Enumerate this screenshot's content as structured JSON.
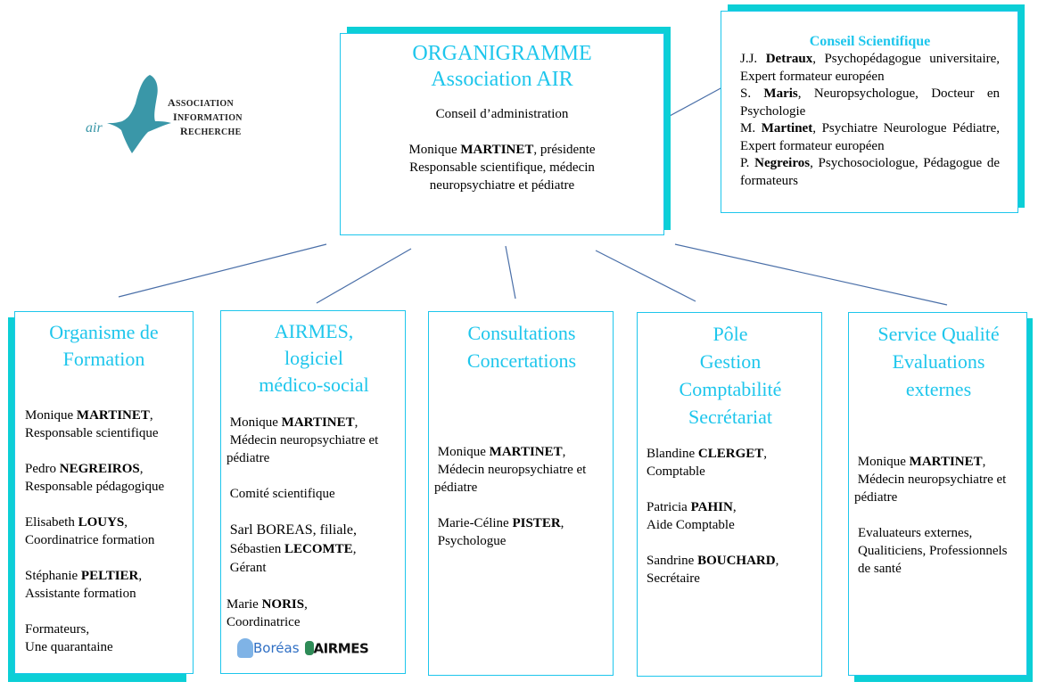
{
  "logo": {
    "mark": "air",
    "lines": [
      {
        "initial": "A",
        "rest": "SSOCIATION"
      },
      {
        "initial": "I",
        "rest": "NFORMATION"
      },
      {
        "initial": "R",
        "rest": "ECHERCHE"
      }
    ],
    "icon": "dove-icon",
    "color": "#3a97a8"
  },
  "colors": {
    "accent": "#1ec6ec",
    "shadow": "#0ccfd6",
    "connector": "#4a6fa8"
  },
  "main": {
    "title_line1": "ORGANIGRAMME",
    "title_line2": "Association AIR",
    "subtitle": "Conseil d’administration",
    "person_first": "Monique",
    "person_last": "MARTINET",
    "person_role": ", présidente",
    "desc_line1": "Responsable scientifique, médecin",
    "desc_line2": "neuropsychiatre et pédiatre"
  },
  "council": {
    "title": "Conseil Scientifique",
    "members": [
      {
        "prefix": "J.J.",
        "name": "Detraux",
        "desc": "Psychopédagogue universitaire, Expert formateur européen"
      },
      {
        "prefix": "S.",
        "name": "Maris",
        "desc": "Neuropsychologue, Docteur en Psychologie"
      },
      {
        "prefix": "M.",
        "name": "Martinet",
        "desc": "Psychiatre Neurologue Pédiatre, Expert formateur européen"
      },
      {
        "prefix": "P.",
        "name": "Negreiros",
        "desc": "Psychosociologue, Pédagogue de formateurs"
      }
    ]
  },
  "departments": [
    {
      "title_lines": [
        "Organisme de",
        "Formation"
      ],
      "entries": [
        {
          "first": "Monique",
          "last": "MARTINET",
          "role": "Responsable scientifique"
        },
        {
          "first": "Pedro",
          "last": "NEGREIROS",
          "role": "Responsable pédagogique"
        },
        {
          "first": "Elisabeth",
          "last": "LOUYS",
          "role": "Coordinatrice formation"
        },
        {
          "first": "Stéphanie",
          "last": "PELTIER",
          "role": "Assistante formation"
        },
        {
          "first": "Formateurs,",
          "last": "",
          "role": "Une quarantaine"
        }
      ]
    },
    {
      "title_lines": [
        "AIRMES,",
        "logiciel",
        "médico-social"
      ],
      "entries": [
        {
          "first": "Monique",
          "last": "MARTINET",
          "role": "Médecin neuropsychiatre et pédiatre"
        },
        {
          "first": "Comité scientifique",
          "last": "",
          "role": ""
        },
        {
          "first": "Sarl BOREAS, filiale,",
          "second_first": "Sébastien",
          "last": "LECOMTE",
          "role": "Gérant"
        },
        {
          "first": "Marie",
          "last": "NORIS",
          "role": "Coordinatrice"
        }
      ],
      "logos": [
        "Boréas",
        "AIRMES"
      ]
    },
    {
      "title_lines": [
        "Consultations",
        "Concertations"
      ],
      "entries": [
        {
          "first": "Monique",
          "last": "MARTINET",
          "role": "Médecin neuropsychiatre et pédiatre"
        },
        {
          "first": "Marie-Céline",
          "last": "PISTER",
          "role": "Psychologue"
        }
      ]
    },
    {
      "title_lines": [
        "Pôle",
        "Gestion",
        "Comptabilité",
        "Secrétariat"
      ],
      "entries": [
        {
          "first": "Blandine",
          "last": "CLERGET",
          "role": "Comptable"
        },
        {
          "first": "Patricia",
          "last": "PAHIN",
          "role": "Aide Comptable"
        },
        {
          "first": "Sandrine",
          "last": "BOUCHARD",
          "role": "Secrétaire"
        }
      ]
    },
    {
      "title_lines": [
        "Service Qualité",
        "Evaluations",
        "externes"
      ],
      "entries": [
        {
          "first": "Monique",
          "last": "MARTINET",
          "role": "Médecin neuropsychiatre et pédiatre"
        },
        {
          "first": "Evaluateurs externes,",
          "last": "",
          "role": "Qualiticiens, Professionnels de santé"
        }
      ]
    }
  ]
}
